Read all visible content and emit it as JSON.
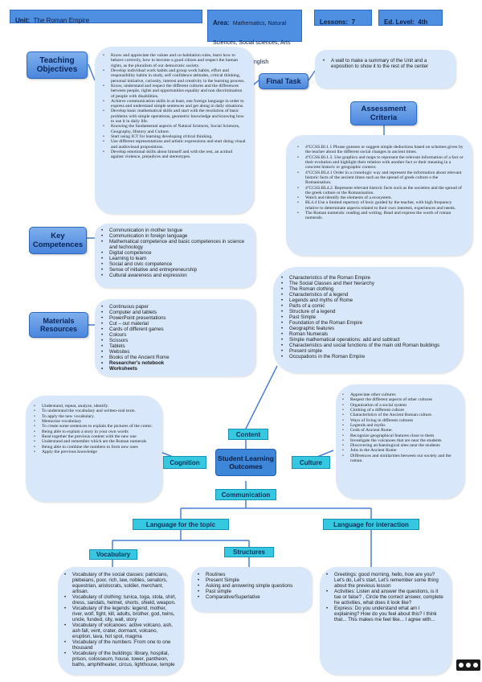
{
  "header": {
    "unit_key": "Unit:",
    "unit_value": "The Roman Empire",
    "area_key": "Area:",
    "area_value": "Mathematics, Natural Sciences, Social sciences, Arts and crafts and English",
    "lessons_key": "Lessons:",
    "lessons_value": "7",
    "level_key": "Ed. Level:",
    "level_value": "4th"
  },
  "labels": {
    "teaching_objectives": "Teaching Objectives",
    "final_task": "Final Task",
    "assessment_criteria": "Assessment Criteria",
    "key_competences": "Key Competences",
    "materials_resources": "Materials Resources",
    "content": "Content",
    "cognition": "Cognition",
    "culture": "Culture",
    "student_learning_outcomes": "Student Learning Outcomes",
    "communication": "Communication",
    "language_for_topic": "Language for the topic",
    "language_for_interaction": "Language for interaction",
    "vocabulary": "Vocabulary",
    "structures": "Structures"
  },
  "teaching_objectives": [
    "Know and appreciate the values and co-habitation rules, learn how to behave correctly, how to become a good citizen and respect the human rights, as the pluralism of our democratic society.",
    "Develop individual work habits and group work habits, effort and responsibility habits in study, self confidence attitudes, critical thinking, personal initiative, curiosity, interest and creativity in the learning process.",
    "Know, understand and respect the different cultures and the differences between people, rights and opportunities equality and non discrimination of people with disabilities.",
    "Achieve communication skills in at least, one foreign language in order to express and understand simple sentences and get along in daily situations.",
    "Develop basic mathematical skills and start with the resolution of basic problems with simple operations, geometric knowledge and knowing how to use it in daily life.",
    "Knowing the fundamental aspects of Natural Sciences, Social Sciences, Geography, History and Culture.",
    "Start using ICT for learning developing critical thinking.",
    "Use different representations and artistic expressions and start doing visual and audiovisual propositions.",
    "Develop emotional skills about himself and with the rest, an actitud against violence, prejudices and stereotypes."
  ],
  "final_task": [
    "A wall to make a summary of the Unit and a exposition to show it to the rest of the center"
  ],
  "assessment_criteria": [
    "4ºCCSS.Bl.1.1 Phrase guesses or suggest simple deductions based on schemes given by the teacher about the different social changes in ancient times.",
    "4ºCCSS.Bl.1.3. Use graphics and maps to represent the relevant information of a fact or their evolution and highlight their relation with another fact or their meaning in a concrete historic or geographic context.",
    "4ºCCSS.BL4.1 Order in a cronologic way and represent the information about relevant historic facts of the ancient times such as the spread of greek culture o the Romanisation.",
    "4ºCCSS.BL4.2. Represent relevant historic facts such as the societies and the spread of the greek culture or the Romanisation.",
    "Watch and identify the elements of a ecosystem.",
    "BL4.4 Use a limited repertory of lexic guided by the teacher, with high frequency relative to determinate aspects related to their own interests, experiences and needs.",
    "The Roman numerals: reading and writing. Read and express the worth of roman numerals."
  ],
  "key_competences": [
    "Communication in mother tongue",
    "Communication in foreign language",
    "Mathematical competence and basic competences in science and technology",
    "Digital competence",
    "Learning to learn",
    "Social and civic competence",
    "Sense of initiative and entrepreneurship",
    "Cultural awareness and expression"
  ],
  "materials_resources": [
    "Continuous paper",
    "Computer and tablets",
    "PowerPoint presentations",
    "Cut – out material",
    "Cards of different games",
    "Colours",
    "Scissors",
    "Tablets",
    "Websites",
    "Books of the Ancient Rome",
    "Researcher's notebook",
    "Worksheets"
  ],
  "content": [
    "Characteristics of the Roman Empire",
    "The Social Classes and their hierarchy",
    "The Roman clothing",
    "Characteristics of a legend",
    "Legends and myths of Rome",
    "Parts of a comic",
    "Structure of a legend",
    "Past Simple",
    "Foundation of the Roman Empire",
    "Geographic features",
    "Roman Numerals",
    "Simple mathematical operations: add and subtract",
    "Characteristics and social functions of the main old Roman buildings",
    "Present simple",
    "Occupations in the Roman Empire"
  ],
  "cognition": [
    "Understand, repeat, analyze, identify.",
    "To understand the vocabulary and written-oral texts.",
    "To apply the new vocabulary.",
    "Memorize vocabulary",
    "To create some sentences to explain the pictures of the comic.",
    "Being able to explain a story in your own words",
    "Read together the previous content with the new one",
    "Understand and remember which are the Roman numerals",
    "Being able to combine the numbers to form new ones",
    "Apply the previous knowledge"
  ],
  "culture": [
    "Appreciate other cultures",
    "Respect the different aspects of other cultures",
    "Organisation of a social system",
    "Clothing of a different culture",
    "Characteristics of the Ancient Roman culture.",
    "Ways of living in different cultures",
    "Legends and myths",
    "Gods of Ancient Rome.",
    "Recognize geographical features close to them",
    "Investigate the volcanoes that are near the students",
    "Discovering archaeological sites near the students",
    "Jobs in the Ancient Rome",
    "Differences and similarities between our society and the roman."
  ],
  "vocabulary": [
    "Vocabulary of the social classes: patricians, plebeians, poor, rich, law, nobles, senators, equestrian, aristocrats, soldier, merchant, artisan.",
    "Vocabulary of clothing: tunica, toga, stola, shirt, dress, sandals, helmet, shorts, shield, weapon.",
    "Vocabulary of the legends: legend, mother, river, wolf, fight, kill, adults, brother, god, twins, uncle, funded, city, wall, story",
    "Vocabulary of volcanoes: active volcano, ash, ash fall, vent, crater, dormant, volcano, eruption, lava, hot spot, magma",
    "Vocabulary of the numbers :From one to one thousand",
    "Vocabulary of the buildings: library, hospital, prison, colosseum, house, tower, pantheon, baths, amphitheater, circus, lighthouse, temple"
  ],
  "structures": [
    "Routines",
    "Present Simple",
    "Asking and answering simple questions",
    "Past simple",
    "Comparative/Superlative"
  ],
  "interaction": [
    "Greetings: good morning, hello, how are you? Let's do, Let's start, Let's remember some thing about the previous lesson",
    "Activities: Listen and answer the questions, is it tue or false? , Circle the correct answer, complete he activities, what does it look like?",
    "Express: Do you understand what am I explaining? How do you feel about this? I think that... This makes me feel like... I agree with..."
  ],
  "license_badge": "cc-by-nc-sa-icon"
}
